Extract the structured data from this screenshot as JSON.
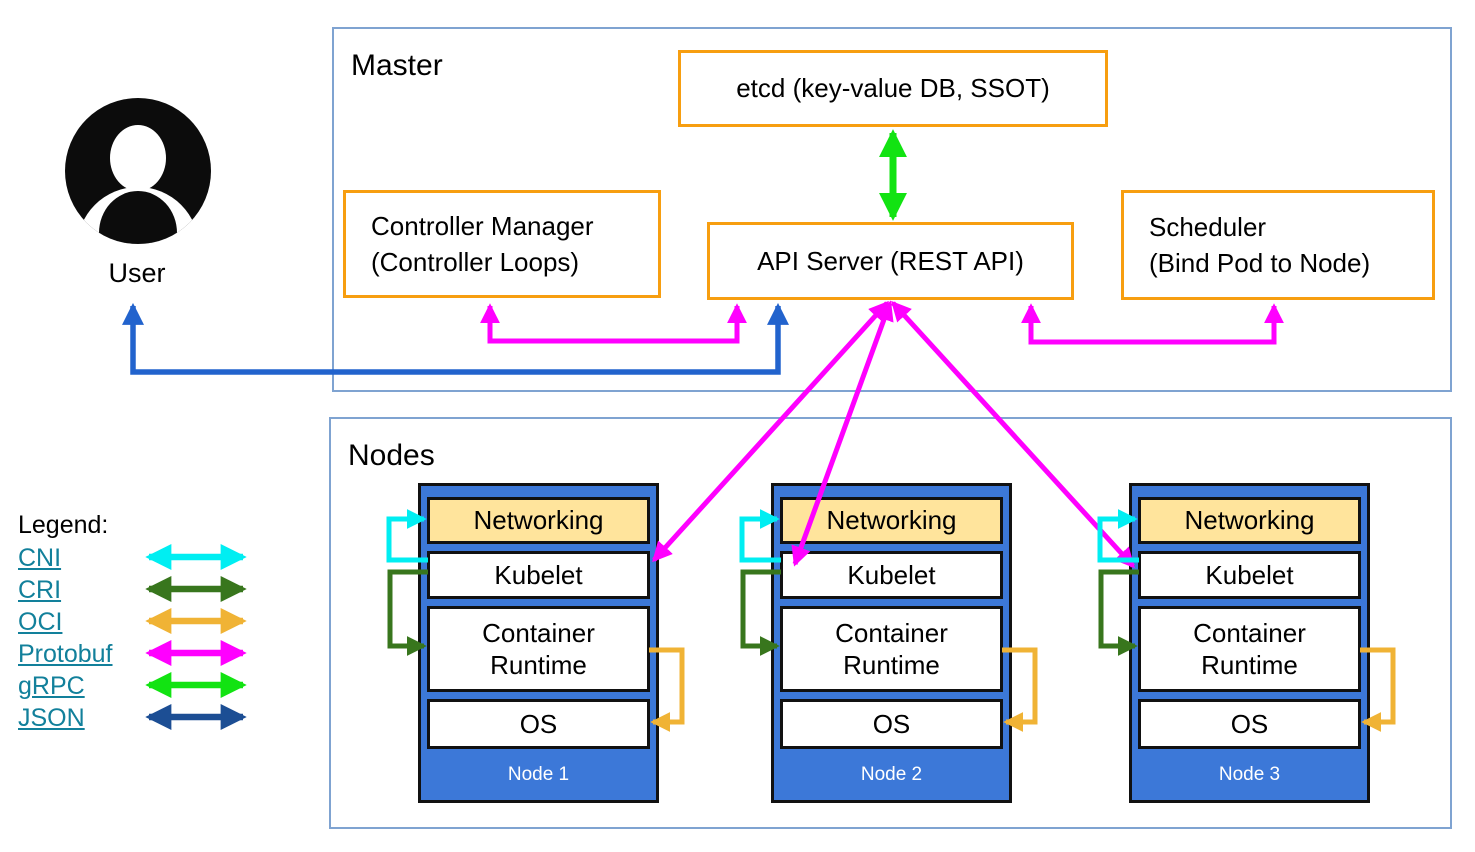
{
  "user": {
    "label": "User"
  },
  "master": {
    "title": "Master",
    "etcd": "etcd (key-value DB, SSOT)",
    "controller_manager": "Controller Manager\n(Controller Loops)",
    "api_server": "API Server (REST API)",
    "scheduler": "Scheduler\n(Bind Pod to Node)"
  },
  "nodes_section": {
    "title": "Nodes",
    "nodes": [
      {
        "name": "Node 1",
        "layers": {
          "networking": "Networking",
          "kubelet": "Kubelet",
          "container_runtime": "Container\nRuntime",
          "os": "OS"
        }
      },
      {
        "name": "Node 2",
        "layers": {
          "networking": "Networking",
          "kubelet": "Kubelet",
          "container_runtime": "Container\nRuntime",
          "os": "OS"
        }
      },
      {
        "name": "Node 3",
        "layers": {
          "networking": "Networking",
          "kubelet": "Kubelet",
          "container_runtime": "Container\nRuntime",
          "os": "OS"
        }
      }
    ]
  },
  "legend": {
    "title": "Legend:",
    "items": [
      {
        "label": "CNI",
        "color": "#00eef2"
      },
      {
        "label": "CRI",
        "color": "#38761d"
      },
      {
        "label": "OCI",
        "color": "#f0b335"
      },
      {
        "label": "Protobuf",
        "color": "#ff00ff"
      },
      {
        "label": "gRPC",
        "color": "#12e312"
      },
      {
        "label": "JSON",
        "color": "#1c4e94"
      }
    ]
  },
  "colors": {
    "user_arrow": "#2263cd",
    "box_border_orange": "#f79e10",
    "container_border": "#7fa3d1",
    "node_fill": "#3c78d8",
    "networking_fill": "#ffe49c",
    "legend_link": "#12809b"
  }
}
